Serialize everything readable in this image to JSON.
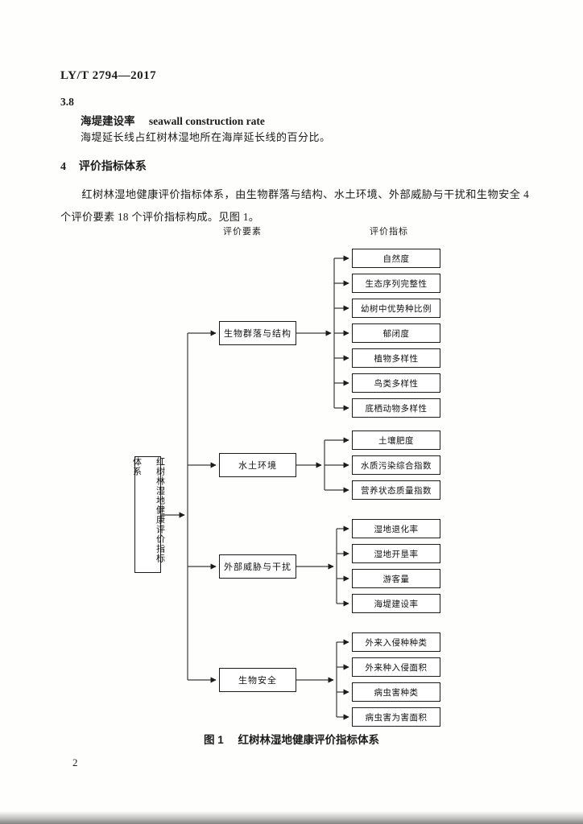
{
  "page": {
    "doc_code": "LY/T 2794—2017",
    "page_number": "2"
  },
  "term_section": {
    "clause_number": "3.8",
    "term_cn": "海堤建设率",
    "term_en": "seawall construction rate",
    "definition": "海堤延长线占红树林湿地所在海岸延长线的百分比。"
  },
  "section4": {
    "number": "4",
    "title": "评价指标体系",
    "paragraph": "红树林湿地健康评价指标体系，由生物群落与结构、水土环境、外部威胁与干扰和生物安全 4 个评价要素 18 个评价指标构成。见图 1。"
  },
  "figure": {
    "column_headers": {
      "elements": "评价要素",
      "indicators": "评价指标"
    },
    "root_label": "红树林湿地健康评价指标体系",
    "groups": [
      {
        "label": "生物群落与结构",
        "indicators": [
          "自然度",
          "生态序列完整性",
          "幼树中优势种比例",
          "郁闭度",
          "植物多样性",
          "鸟类多样性",
          "底栖动物多样性"
        ]
      },
      {
        "label": "水土环境",
        "indicators": [
          "土壤肥度",
          "水质污染综合指数",
          "营养状态质量指数"
        ]
      },
      {
        "label": "外部威胁与干扰",
        "indicators": [
          "湿地退化率",
          "湿地开垦率",
          "游客量",
          "海堤建设率"
        ]
      },
      {
        "label": "生物安全",
        "indicators": [
          "外来入侵种种类",
          "外来种入侵面积",
          "病虫害种类",
          "病虫害为害面积"
        ]
      }
    ],
    "caption_label": "图 1",
    "caption_text": "红树林湿地健康评价指标体系"
  }
}
